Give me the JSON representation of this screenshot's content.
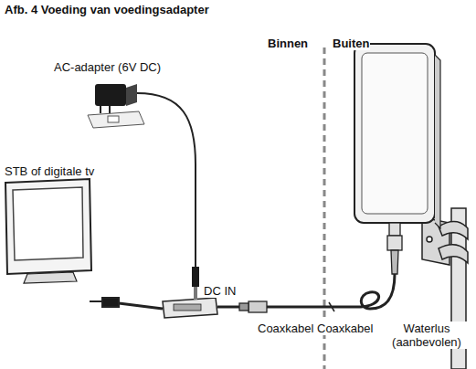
{
  "diagram": {
    "title": "Afb. 4 Voeding van voedingsadapter",
    "labels": [
      "Binnen",
      "Buiten",
      "AC-adapter (6V DC)",
      "STB of digitale tv",
      "DC IN",
      "Coaxkabel",
      "Coaxkabel",
      "Waterlus (aanbevolen)"
    ]
  }
}
